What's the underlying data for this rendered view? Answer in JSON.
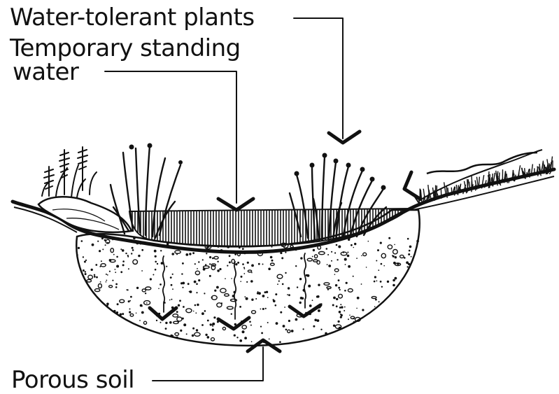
{
  "labels": {
    "plants": "Water-tolerant plants",
    "standing_line1": "Temporary standing",
    "standing_line2": "water",
    "soil": "Porous soil"
  },
  "colors": {
    "ink": "#111111",
    "paper": "#ffffff"
  }
}
